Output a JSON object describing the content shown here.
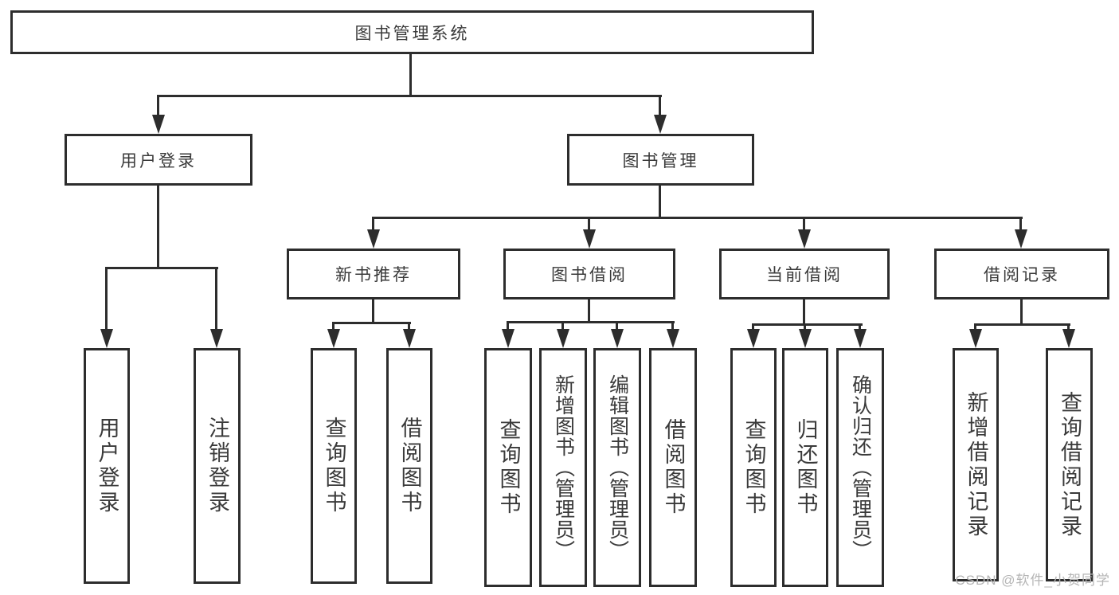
{
  "tree": {
    "label": "图书管理系统",
    "children": [
      {
        "label": "用户登录",
        "children": [
          {
            "label": "用户登录"
          },
          {
            "label": "注销登录"
          }
        ]
      },
      {
        "label": "图书管理",
        "children": [
          {
            "label": "新书推荐",
            "children": [
              {
                "label": "查询图书"
              },
              {
                "label": "借阅图书"
              }
            ]
          },
          {
            "label": "图书借阅",
            "children": [
              {
                "label": "查询图书"
              },
              {
                "label": "新增图书（管理员）"
              },
              {
                "label": "编辑图书（管理员）"
              },
              {
                "label": "借阅图书"
              }
            ]
          },
          {
            "label": "当前借阅",
            "children": [
              {
                "label": "查询图书"
              },
              {
                "label": "归还图书"
              },
              {
                "label": "确认归还（管理员）"
              }
            ]
          },
          {
            "label": "借阅记录",
            "children": [
              {
                "label": "新增借阅记录"
              },
              {
                "label": "查询借阅记录"
              }
            ]
          }
        ]
      }
    ]
  },
  "watermark": {
    "text": "CSDN @软件_小贺同学"
  },
  "colors": {
    "line": "#2d2d2d",
    "box_border": "#2d2d2d",
    "text": "#3a3a3a",
    "watermark": "#b5b5b5",
    "background": "#ffffff"
  }
}
